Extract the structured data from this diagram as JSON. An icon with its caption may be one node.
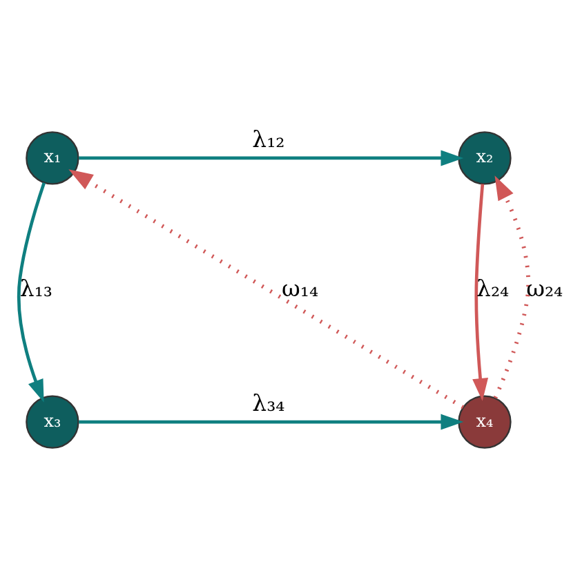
{
  "diagram": {
    "nodes": [
      {
        "text": [
          "x₁"
        ]
      },
      {
        "text": [
          "x₂"
        ]
      },
      {
        "text": [
          "x₃"
        ]
      },
      {
        "text": [
          "x₄"
        ]
      }
    ],
    "edges": [
      {
        "from": 0,
        "to": 1,
        "arrow": "to",
        "label": "λ₁₂"
      },
      {
        "from": 0,
        "to": 2,
        "arrow": "to",
        "label": "λ₁₃"
      },
      {
        "from": 1,
        "to": 3,
        "arrow": "to",
        "label": "λ₂₄",
        "color": "#d05858"
      },
      {
        "from": 3,
        "to": 0,
        "arrow": "to",
        "label": "ω₁₄",
        "style": "dashed",
        "color": "#d05858"
      },
      {
        "from": 3,
        "to": 1,
        "arrow": "to",
        "label": "ω₂₄",
        "style": "dashed",
        "color": "#d05858"
      },
      {
        "from": 2,
        "to": 3,
        "arrow": "to",
        "label": "λ₃₄"
      }
    ]
  }
}
